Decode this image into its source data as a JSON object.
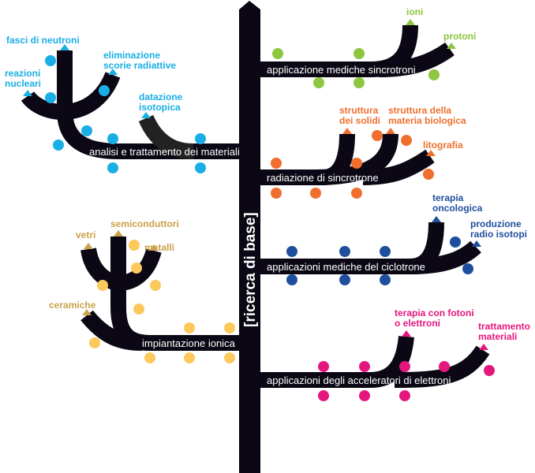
{
  "trunk": {
    "label": "[ricerca di base]"
  },
  "colors": {
    "cyan": "#1aaee6",
    "green": "#8dc63f",
    "orange": "#ef6f2e",
    "blue": "#1f4f9c",
    "yellow": "#fdc85c",
    "gold": "#c9a24a",
    "magenta": "#e5177f",
    "branch": "#0b0714"
  },
  "branches": {
    "analisi": {
      "label": "analisi e trattamento dei materiali",
      "leaves": [
        "fasci di neutroni",
        "eliminazione",
        "scorie radiattive",
        "reazioni",
        "nucleari",
        "datazione",
        "isotopica"
      ]
    },
    "sincrotroni": {
      "label": "applicazione mediche sincrotroni",
      "leaves": [
        "ioni",
        "protoni"
      ]
    },
    "radiazione": {
      "label": "radiazione di sincrotrone",
      "leaves": [
        "struttura",
        "dei solidi",
        "struttura della",
        "materia biologica",
        "litografia"
      ]
    },
    "ciclotrone": {
      "label": "applicazioni mediche del ciclotrone",
      "leaves": [
        "terapia",
        "oncologica",
        "produzione",
        "radio isotopi"
      ]
    },
    "ionica": {
      "label": "impiantazione ionica",
      "leaves": [
        "semiconduttori",
        "vetri",
        "metalli",
        "ceramiche"
      ]
    },
    "elettroni": {
      "label": "applicazioni degli acceleratori di elettroni",
      "leaves": [
        "terapia con fotoni",
        "o elettroni",
        "trattamento",
        "materiali"
      ]
    }
  }
}
